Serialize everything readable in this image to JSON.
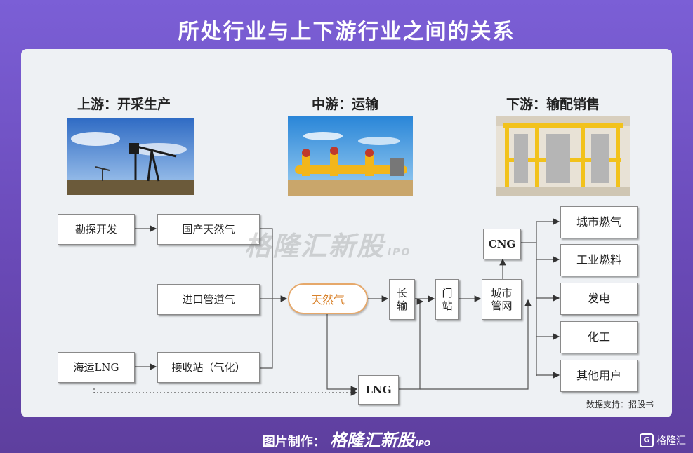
{
  "title": "所处行业与上下游行业之间的关系",
  "sections": {
    "upstream": "上游：开采生产",
    "midstream": "中游：运输",
    "downstream": "下游：输配销售"
  },
  "nodes": {
    "exploration": "勘探开发",
    "domestic_gas": "国产天然气",
    "pipeline_gas": "进口管道气",
    "sea_lng": "海运LNG",
    "receiving_station": "接收站（气化）",
    "natural_gas": "天然气",
    "long_1": "长",
    "long_2": "输",
    "gate_1": "门",
    "gate_2": "站",
    "city_1": "城市",
    "city_2": "管网",
    "cng": "CNG",
    "lng": "LNG",
    "city_fuel": "城市燃气",
    "industrial_fuel": "工业燃料",
    "power": "发电",
    "chemical": "化工",
    "other_users": "其他用户"
  },
  "watermark": {
    "brand": "格隆汇新股",
    "suffix": "IPO"
  },
  "source": "数据支持：招股书",
  "footer": {
    "label": "图片制作：",
    "brand": "格隆汇新股",
    "suffix": "IPO"
  },
  "corner_logo": "格隆汇",
  "colors": {
    "accent": "#e6a86a",
    "background": "#6a4ab8"
  }
}
